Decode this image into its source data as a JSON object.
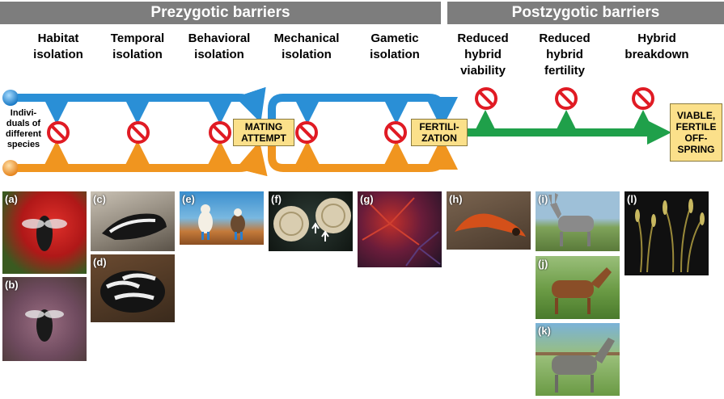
{
  "banners": {
    "prezygotic": "Prezygotic barriers",
    "postzygotic": "Postzygotic barriers"
  },
  "headers": {
    "habitat": "Habitat\nisolation",
    "temporal": "Temporal\nisolation",
    "behavioral": "Behavioral\nisolation",
    "mechanical": "Mechanical\nisolation",
    "gametic": "Gametic\nisolation",
    "viability": "Reduced\nhybrid\nviability",
    "fertility": "Reduced\nhybrid\nfertility",
    "breakdown": "Hybrid\nbreakdown"
  },
  "side_label": "Indivi-\nduals of\ndifferent\nspecies",
  "boxes": {
    "mating": "MATING\nATTEMPT",
    "fertilization": "FERTILI-\nZATION",
    "offspring": "VIABLE,\nFERTILE\nOFF-\nSPRING"
  },
  "photos": [
    {
      "id": "a",
      "label": "(a)"
    },
    {
      "id": "b",
      "label": "(b)"
    },
    {
      "id": "c",
      "label": "(c)"
    },
    {
      "id": "d",
      "label": "(d)"
    },
    {
      "id": "e",
      "label": "(e)"
    },
    {
      "id": "f",
      "label": "(f)"
    },
    {
      "id": "g",
      "label": "(g)"
    },
    {
      "id": "h",
      "label": "(h)"
    },
    {
      "id": "i",
      "label": "(i)"
    },
    {
      "id": "j",
      "label": "(j)"
    },
    {
      "id": "k",
      "label": "(k)"
    },
    {
      "id": "l",
      "label": "(l)"
    }
  ],
  "colors": {
    "blue_path": "#2a8fd6",
    "orange_path": "#f0951f",
    "green_path": "#1fa04a",
    "banner": "#7d7d7d",
    "box_fill": "#fbe08a",
    "stop_sign": "#e01b24"
  }
}
